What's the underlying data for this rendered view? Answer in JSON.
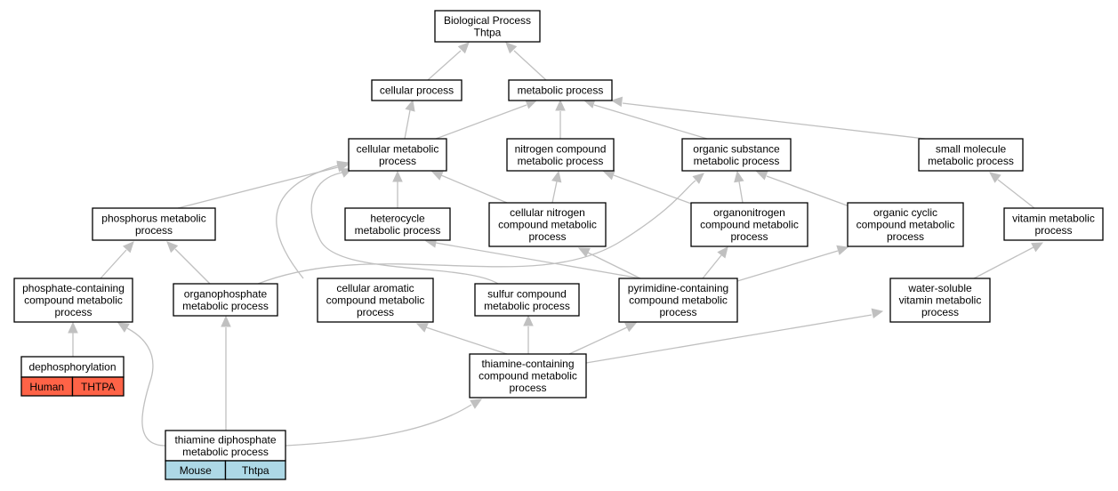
{
  "nodes": {
    "root": [
      "Biological Process",
      "Thtpa"
    ],
    "cellular_process": [
      "cellular process"
    ],
    "metabolic_process": [
      "metabolic process"
    ],
    "cellular_metabolic": [
      "cellular metabolic",
      "process"
    ],
    "nitrogen_compound": [
      "nitrogen compound",
      "metabolic process"
    ],
    "organic_substance": [
      "organic substance",
      "metabolic process"
    ],
    "small_molecule": [
      "small molecule",
      "metabolic process"
    ],
    "phosphorus": [
      "phosphorus metabolic",
      "process"
    ],
    "heterocycle": [
      "heterocycle",
      "metabolic process"
    ],
    "cellular_nitrogen": [
      "cellular nitrogen",
      "compound metabolic",
      "process"
    ],
    "organonitrogen": [
      "organonitrogen",
      "compound metabolic",
      "process"
    ],
    "organic_cyclic": [
      "organic cyclic",
      "compound metabolic",
      "process"
    ],
    "vitamin": [
      "vitamin metabolic",
      "process"
    ],
    "phosphate_containing": [
      "phosphate-containing",
      "compound metabolic",
      "process"
    ],
    "organophosphate": [
      "organophosphate",
      "metabolic process"
    ],
    "cellular_aromatic": [
      "cellular aromatic",
      "compound metabolic",
      "process"
    ],
    "sulfur": [
      "sulfur compound",
      "metabolic process"
    ],
    "pyrimidine": [
      "pyrimidine-containing",
      "compound metabolic",
      "process"
    ],
    "water_soluble": [
      "water-soluble",
      "vitamin metabolic",
      "process"
    ],
    "thiamine_containing": [
      "thiamine-containing",
      "compound metabolic",
      "process"
    ],
    "dephosphorylation": [
      "dephosphorylation"
    ],
    "thiamine_diphosphate": [
      "thiamine diphosphate",
      "metabolic process"
    ]
  },
  "annotations": {
    "dephosphorylation": {
      "species": "Human",
      "gene": "THTPA",
      "color": "#ff6347"
    },
    "thiamine_diphosphate": {
      "species": "Mouse",
      "gene": "Thtpa",
      "color": "#add8e6"
    }
  },
  "colors": {
    "edge": "#c0c0c0",
    "human": "#ff6347",
    "mouse": "#add8e6"
  }
}
